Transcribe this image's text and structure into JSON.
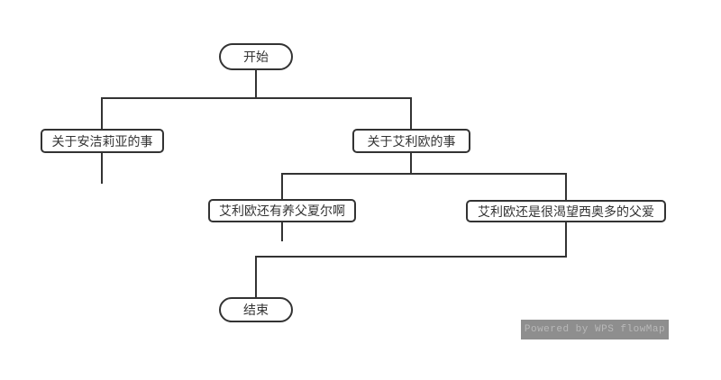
{
  "flowchart": {
    "title": "flowchart",
    "nodes": [
      {
        "id": "start",
        "label": "开始",
        "shape": "terminal"
      },
      {
        "id": "about-angelia",
        "label": "关于安洁莉亚的事",
        "shape": "process"
      },
      {
        "id": "about-elio",
        "label": "关于艾利欧的事",
        "shape": "process"
      },
      {
        "id": "elio-foster-father",
        "label": "艾利欧还有养父夏尔啊",
        "shape": "process"
      },
      {
        "id": "elio-longs-for-theodore",
        "label": "艾利欧还是很渴望西奥多的父爱",
        "shape": "process"
      },
      {
        "id": "end",
        "label": "结束",
        "shape": "terminal"
      }
    ],
    "edges": [
      {
        "from": "start",
        "to": "about-angelia"
      },
      {
        "from": "start",
        "to": "about-elio"
      },
      {
        "from": "about-angelia",
        "to": null
      },
      {
        "from": "about-elio",
        "to": "elio-foster-father"
      },
      {
        "from": "about-elio",
        "to": "elio-longs-for-theodore"
      },
      {
        "from": "elio-foster-father",
        "to": null
      },
      {
        "from": "elio-longs-for-theodore",
        "to": "end"
      }
    ],
    "colors": {
      "stroke": "#333333",
      "node_fill": "#ffffff",
      "text": "#333333",
      "canvas": "#ffffff"
    },
    "watermark": {
      "label": "Powered by WPS flowMap",
      "bg": "#8e8e8e",
      "text_color": "#b9b9b9"
    }
  }
}
